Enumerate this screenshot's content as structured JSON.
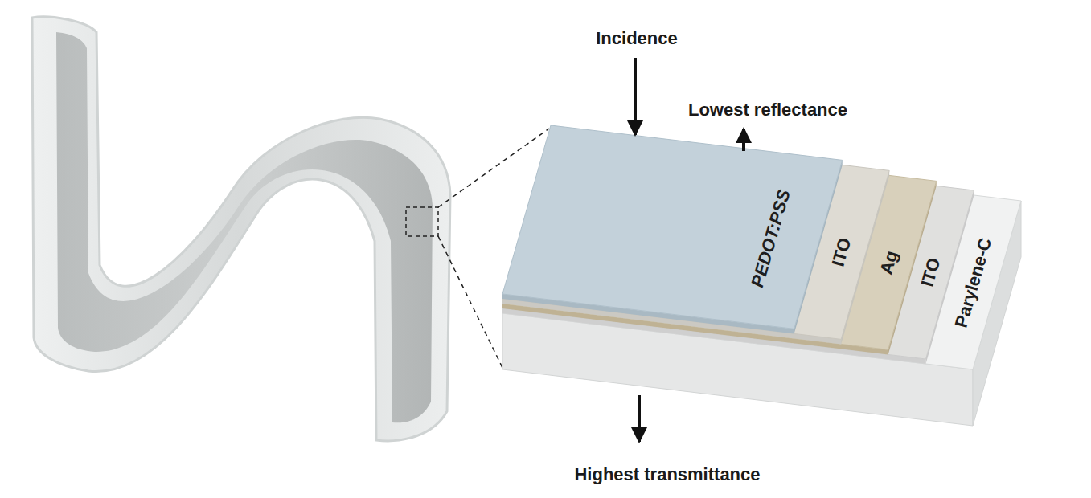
{
  "diagram": {
    "nodes": [
      {
        "text": [
          "PEDOT:PSS"
        ]
      },
      {
        "text": [
          "ITO"
        ]
      },
      {
        "text": [
          "Ag"
        ]
      },
      {
        "text": [
          "ITO"
        ]
      },
      {
        "text": [
          "Parylene-C"
        ]
      }
    ],
    "labels": [
      "Incidence",
      "Lowest reflectance",
      "Highest transmittance"
    ]
  }
}
